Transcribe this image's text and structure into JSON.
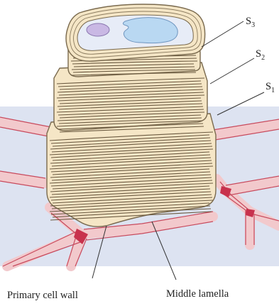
{
  "labels": {
    "s3": {
      "letter": "S",
      "sub": "3"
    },
    "s2": {
      "letter": "S",
      "sub": "2"
    },
    "s1": {
      "letter": "S",
      "sub": "1"
    },
    "primary_cell_wall": "Primary cell wall",
    "middle_lamella": "Middle lamella"
  },
  "colors": {
    "background_cells": "#dde3f1",
    "middle_lamella": "#f2c9cc",
    "junction": "#c8324d",
    "secondary_wall_layer": "#f5e6c6",
    "secondary_wall_outline": "#7a6a4e",
    "cell_interior": "#e7ecf7",
    "vacuole": "#b9d8f2",
    "nucleus": "#c9b8e4",
    "leader_line": "#333333"
  }
}
